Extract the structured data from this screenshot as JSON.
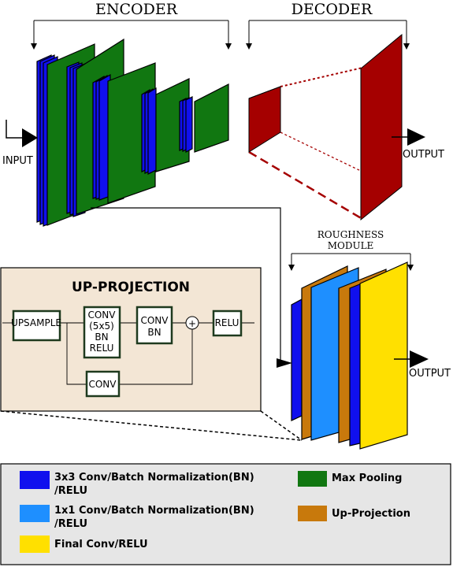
{
  "encoder_label": "ENCODER",
  "decoder_label": "DECODER",
  "input_label": "INPUT",
  "output_top_label": "OUTPUT",
  "output_bottom_label": "OUTPUT",
  "roughness_line1": "ROUGHNESS",
  "roughness_line2": "MODULE",
  "up_projection": {
    "title": "UP-PROJECTION",
    "upsample": "UPSAMPLE",
    "conv5_line1": "CONV",
    "conv5_line2": "(5x5)",
    "conv5_line3": "BN",
    "conv5_line4": "RELU",
    "convbn_line1": "CONV",
    "convbn_line2": "BN",
    "plus": "+",
    "relu": "RELU",
    "conv_skip": "CONV"
  },
  "colors": {
    "conv3x3": "#1010ee",
    "maxpool": "#117711",
    "conv1x1": "#1e8fff",
    "upproj": "#c8790c",
    "final": "#ffe000",
    "decoder": "#a50000",
    "panel": "#f3e6d5",
    "legend_bg": "#e6e6e6"
  },
  "legend": [
    {
      "line1": "3x3 Conv/Batch Normalization(BN)",
      "line2": "/RELU",
      "color_key": "conv3x3"
    },
    {
      "line1": "Max Pooling",
      "line2": "",
      "color_key": "maxpool"
    },
    {
      "line1": "1x1 Conv/Batch Normalization(BN)",
      "line2": "/RELU",
      "color_key": "conv1x1"
    },
    {
      "line1": "Up-Projection",
      "line2": "",
      "color_key": "upproj"
    },
    {
      "line1": "Final Conv/RELU",
      "line2": "",
      "color_key": "final"
    }
  ]
}
